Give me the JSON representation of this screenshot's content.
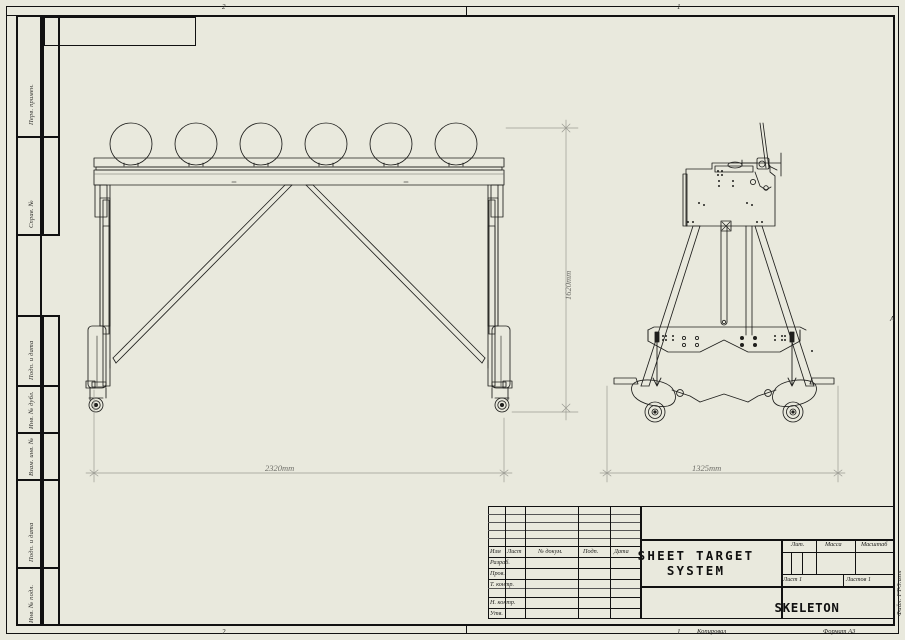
{
  "sheet": {
    "format": "Формат А3",
    "copy_label": "Копировал",
    "file_label": "Файл: FT-3.asm",
    "zone_right": "А",
    "zones_top": [
      "2",
      "1"
    ],
    "zones_bottom": [
      "2",
      "1"
    ]
  },
  "left_margin": {
    "labels": [
      "Перв. примен.",
      "Справ. №",
      "Подп. и дата",
      "Инв. № дубл.",
      "Взам. инв. №",
      "Подп. и дата",
      "Инв. № подл."
    ]
  },
  "title_block": {
    "columns": [
      "Изм",
      "Лист",
      "№ докум.",
      "Подп.",
      "Дата"
    ],
    "roles": [
      "Разраб.",
      "Пров.",
      "Т. контр.",
      "",
      "Н. контр.",
      "Утв."
    ],
    "drawing_title_line1": "SHEET TARGET",
    "drawing_title_line2": "SYSTEM",
    "lit_label": "Лит.",
    "mass_label": "Масса",
    "scale_label": "Масштаб",
    "sheet_label": "Лист 1",
    "sheets_label": "Листов 1",
    "company": "SKELETON"
  },
  "drawing": {
    "views": [
      {
        "name": "front-elevation",
        "dimension": "2320mm"
      },
      {
        "name": "side-elevation",
        "dimension": "1325mm"
      }
    ],
    "dim_width_front": "2320mm",
    "dim_height_front": "1620mm",
    "dim_width_side": "1325mm",
    "target_count": 6,
    "colors": {
      "paper": "#e9e9dd",
      "line": "#1a1a1a",
      "dim": "#8d8d86"
    }
  }
}
